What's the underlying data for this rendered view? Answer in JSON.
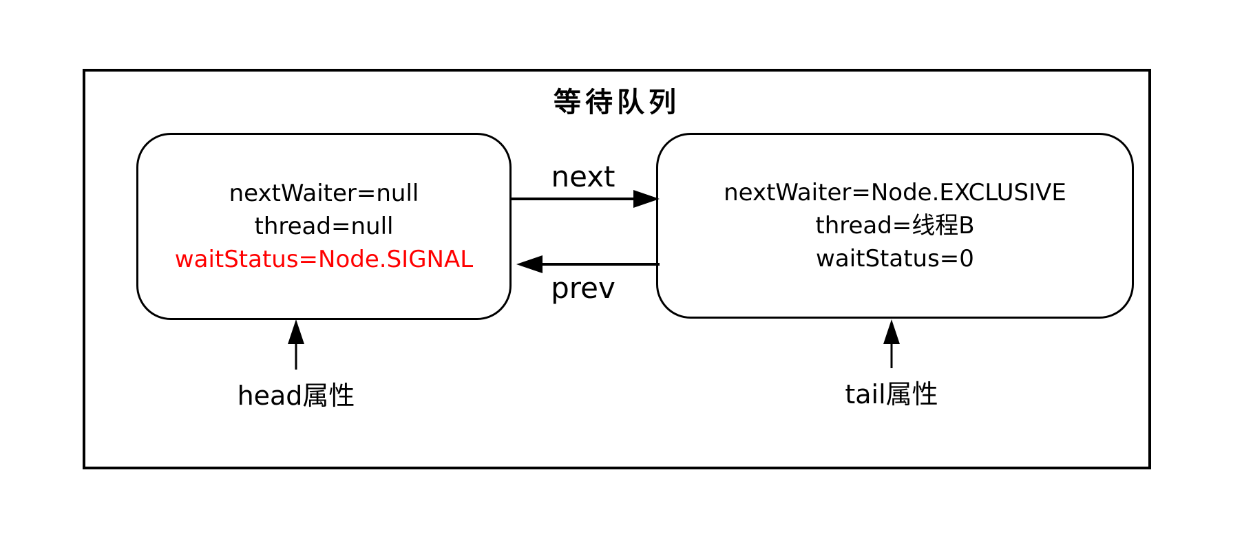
{
  "title": "等待队列",
  "colors": {
    "stroke": "#000000",
    "highlight": "#ff0000",
    "background": "#ffffff"
  },
  "head_node": {
    "fields": {
      "next_waiter": "nextWaiter=null",
      "thread": "thread=null",
      "wait_status": "waitStatus=Node.SIGNAL"
    }
  },
  "tail_node": {
    "fields": {
      "next_waiter": "nextWaiter=Node.EXCLUSIVE",
      "thread": "thread=线程B",
      "wait_status": "waitStatus=0"
    }
  },
  "edges": {
    "next_label": "next",
    "prev_label": "prev"
  },
  "pointers": {
    "head_label": "head属性",
    "tail_label": "tail属性"
  }
}
